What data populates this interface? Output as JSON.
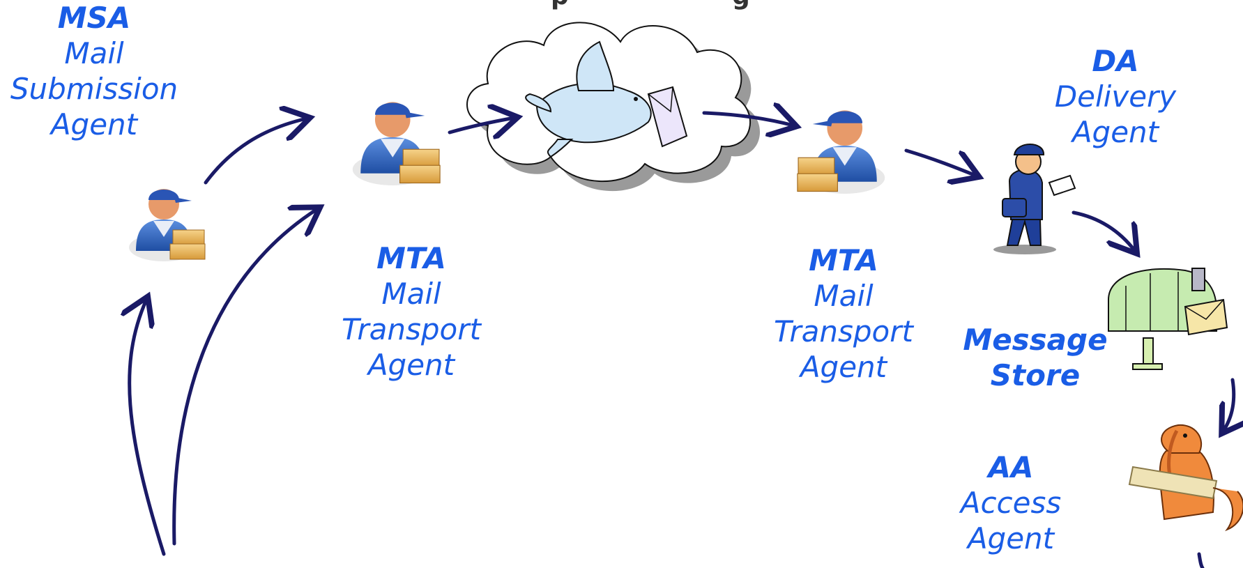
{
  "header_fragment": "p        g",
  "labels": {
    "msa": {
      "acronym": "MSA",
      "lines": [
        "Mail",
        "Submission",
        "Agent"
      ]
    },
    "mta_left": {
      "acronym": "MTA",
      "lines": [
        "Mail",
        "Transport",
        "Agent"
      ]
    },
    "mta_right": {
      "acronym": "MTA",
      "lines": [
        "Mail",
        "Transport",
        "Agent"
      ]
    },
    "da": {
      "acronym": "DA",
      "lines": [
        "Delivery",
        "Agent"
      ]
    },
    "message_store": {
      "lines": [
        "Message",
        "Store"
      ]
    },
    "aa": {
      "acronym": "AA",
      "lines": [
        "Access",
        "Agent"
      ]
    }
  },
  "icons": [
    "mail-worker-icon",
    "mail-worker-icon",
    "cloud-icon",
    "dove-with-letter-icon",
    "mail-worker-icon",
    "mailman-icon",
    "mailbox-icon",
    "dog-with-newspaper-icon"
  ],
  "colors": {
    "label": "#1a5de6",
    "arrow": "#1a1a66",
    "worker_shirt": "#2d5fb8",
    "box": "#e8b85a",
    "cloud": "#ffffff"
  }
}
